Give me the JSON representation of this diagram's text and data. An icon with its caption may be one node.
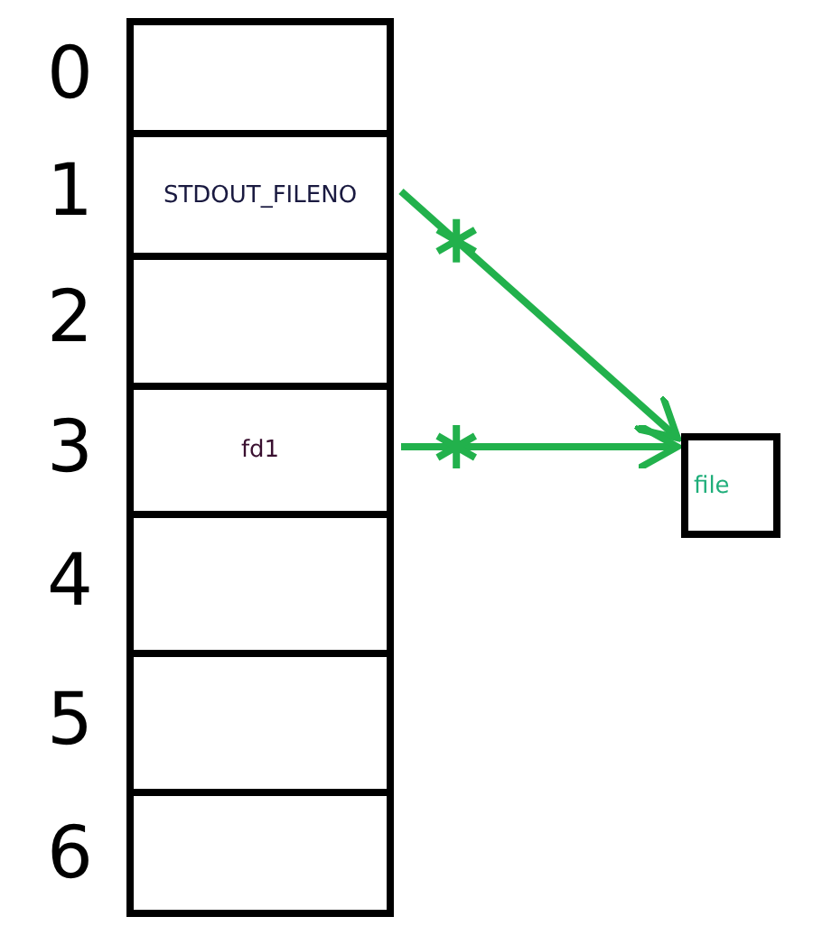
{
  "diagram": {
    "nodes": [
      {
        "text": [],
        "shape": "box",
        "beside": [
          "0"
        ]
      },
      {
        "text": [
          "STDOUT_FILENO"
        ],
        "beside": [
          "1"
        ]
      },
      {
        "text": [],
        "shape": "box",
        "beside": [
          "2"
        ]
      },
      {
        "text": [
          "fd1"
        ],
        "beside": [
          "3"
        ]
      },
      {
        "text": [],
        "shape": "box",
        "beside": [
          "4"
        ]
      },
      {
        "text": [],
        "shape": "box",
        "beside": [
          "5"
        ]
      },
      {
        "text": [],
        "shape": "box",
        "beside": [
          "6"
        ]
      },
      {
        "text": [
          "file"
        ]
      }
    ],
    "edges": [
      {
        "from": 1,
        "to": 7,
        "arrow": "to",
        "color": "#22b14c"
      },
      {
        "from": 3,
        "to": 7,
        "arrow": "to",
        "color": "#22b14c"
      }
    ]
  }
}
